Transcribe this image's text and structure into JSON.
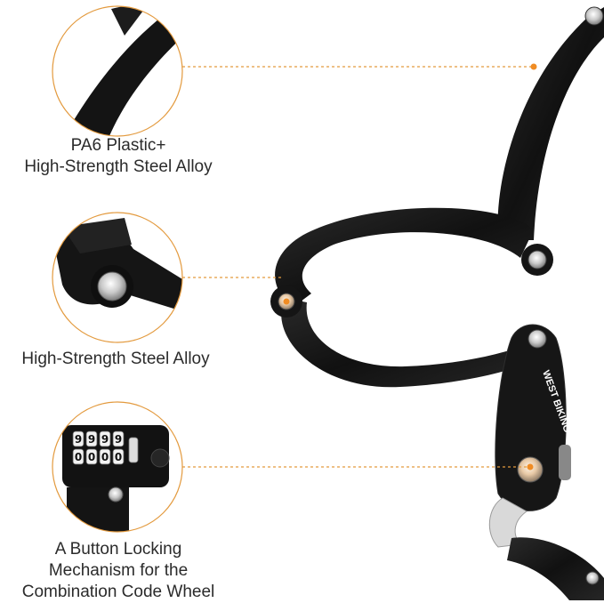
{
  "callouts": [
    {
      "caption_lines": [
        "PA6 Plastic+",
        "High-Strength Steel Alloy"
      ]
    },
    {
      "caption_lines": [
        "High-Strength Steel Alloy"
      ]
    },
    {
      "caption_lines": [
        "A Button Locking",
        "Mechanism for the",
        "Combination Code Wheel"
      ]
    }
  ],
  "product": {
    "brand_logo": "WEST BIKING",
    "combination_digits": [
      "9",
      "9",
      "9",
      "9"
    ],
    "combination_lower_digits": [
      "0",
      "0",
      "0",
      "0"
    ]
  },
  "colors": {
    "circle_border": "#e39a3e",
    "leader_line": "#e39a3e",
    "lock_body": "#1a1a1a",
    "accent": "#f08c24"
  }
}
